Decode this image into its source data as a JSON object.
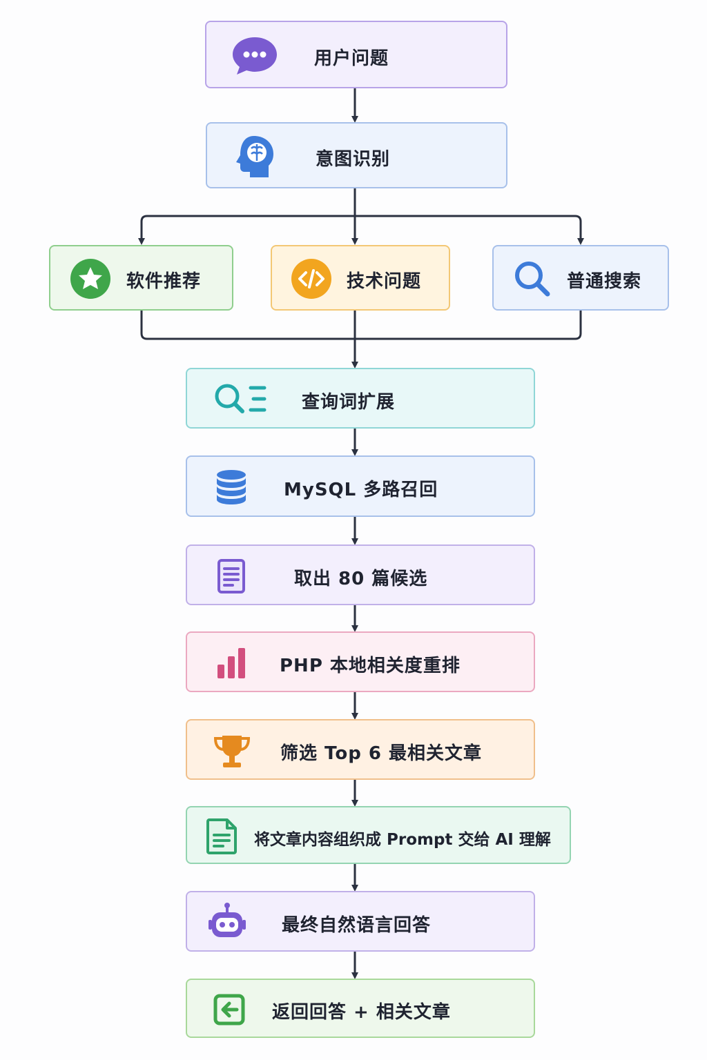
{
  "nodes": {
    "user_question": {
      "label": "用户问题",
      "icon": "chat-bubble-icon",
      "color": "#7a5bd0"
    },
    "intent_recognition": {
      "label": "意图识别",
      "icon": "brain-head-icon",
      "color": "#3d7bd9"
    },
    "software_recommendation": {
      "label": "软件推荐",
      "icon": "star-icon",
      "color": "#3fa64a"
    },
    "technical_question": {
      "label": "技术问题",
      "icon": "code-icon",
      "color": "#f2a51f"
    },
    "general_search": {
      "label": "普通搜索",
      "icon": "search-icon",
      "color": "#3d7bd9"
    },
    "query_expansion": {
      "label": "查询词扩展",
      "icon": "search-list-icon",
      "color": "#23a9aa"
    },
    "mysql_recall": {
      "label": "MySQL 多路召回",
      "icon": "database-icon",
      "color": "#3d7bd9"
    },
    "candidates": {
      "label": "取出 80 篇候选",
      "icon": "document-icon",
      "color": "#7a5bd0"
    },
    "rerank": {
      "label": "PHP 本地相关度重排",
      "icon": "bar-chart-icon",
      "color": "#d24f7e"
    },
    "top6": {
      "label": "筛选 Top 6 最相关文章",
      "icon": "trophy-icon",
      "color": "#e58a1f"
    },
    "prompt": {
      "label": "将文章内容组织成 Prompt 交给 AI 理解",
      "icon": "file-text-icon",
      "color": "#2ea36b"
    },
    "final_answer": {
      "label": "最终自然语言回答",
      "icon": "robot-icon",
      "color": "#7a5bd0"
    },
    "return": {
      "label": "返回回答 + 相关文章",
      "icon": "return-arrow-icon",
      "color": "#3fa64a"
    }
  },
  "arrow_color": "#2b3140"
}
